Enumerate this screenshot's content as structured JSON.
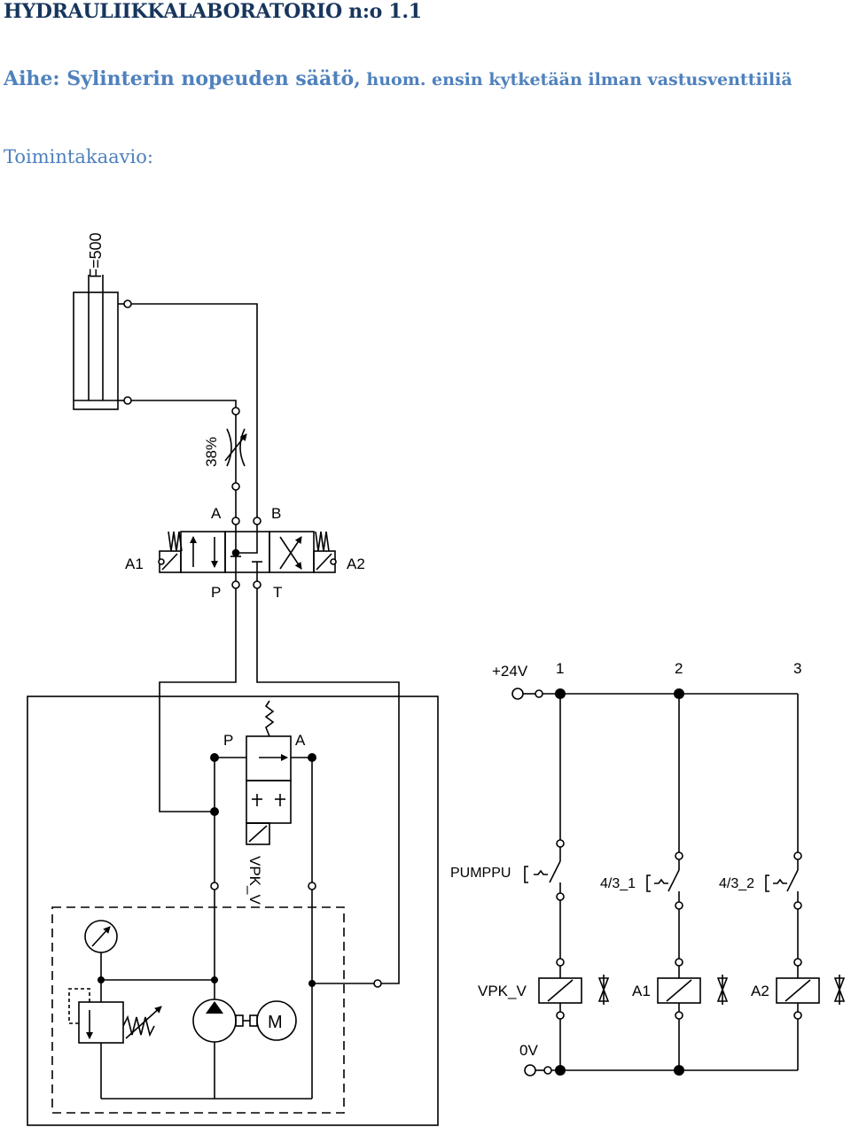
{
  "document": {
    "title": "HYDRAULIIKKALABORATORIO n:o 1.1",
    "subject_prefix": "Aihe: Sylinterin nopeuden säätö,",
    "subject_note": " huom. ensin kytketään ilman vastusventtiiliä",
    "subheading": "Toimintakaavio:"
  },
  "hydraulic": {
    "cylinder_force": "F=500",
    "throttle_setting": "38%",
    "valve_ports": {
      "a": "A",
      "b": "B",
      "p": "P",
      "t": "T"
    },
    "valve_solenoid_left": "A1",
    "valve_solenoid_right": "A2",
    "unload_valve_port_p": "P",
    "unload_valve_port_a": "A",
    "unload_valve_name": "VPK_V",
    "motor_symbol": "M"
  },
  "electric": {
    "supply_label": "+24V",
    "ground_label": "0V",
    "rung_numbers": [
      "1",
      "2",
      "3"
    ],
    "switches": [
      "PUMPPU",
      "4/3_1",
      "4/3_2"
    ],
    "coils": [
      "VPK_V",
      "A1",
      "A2"
    ]
  }
}
